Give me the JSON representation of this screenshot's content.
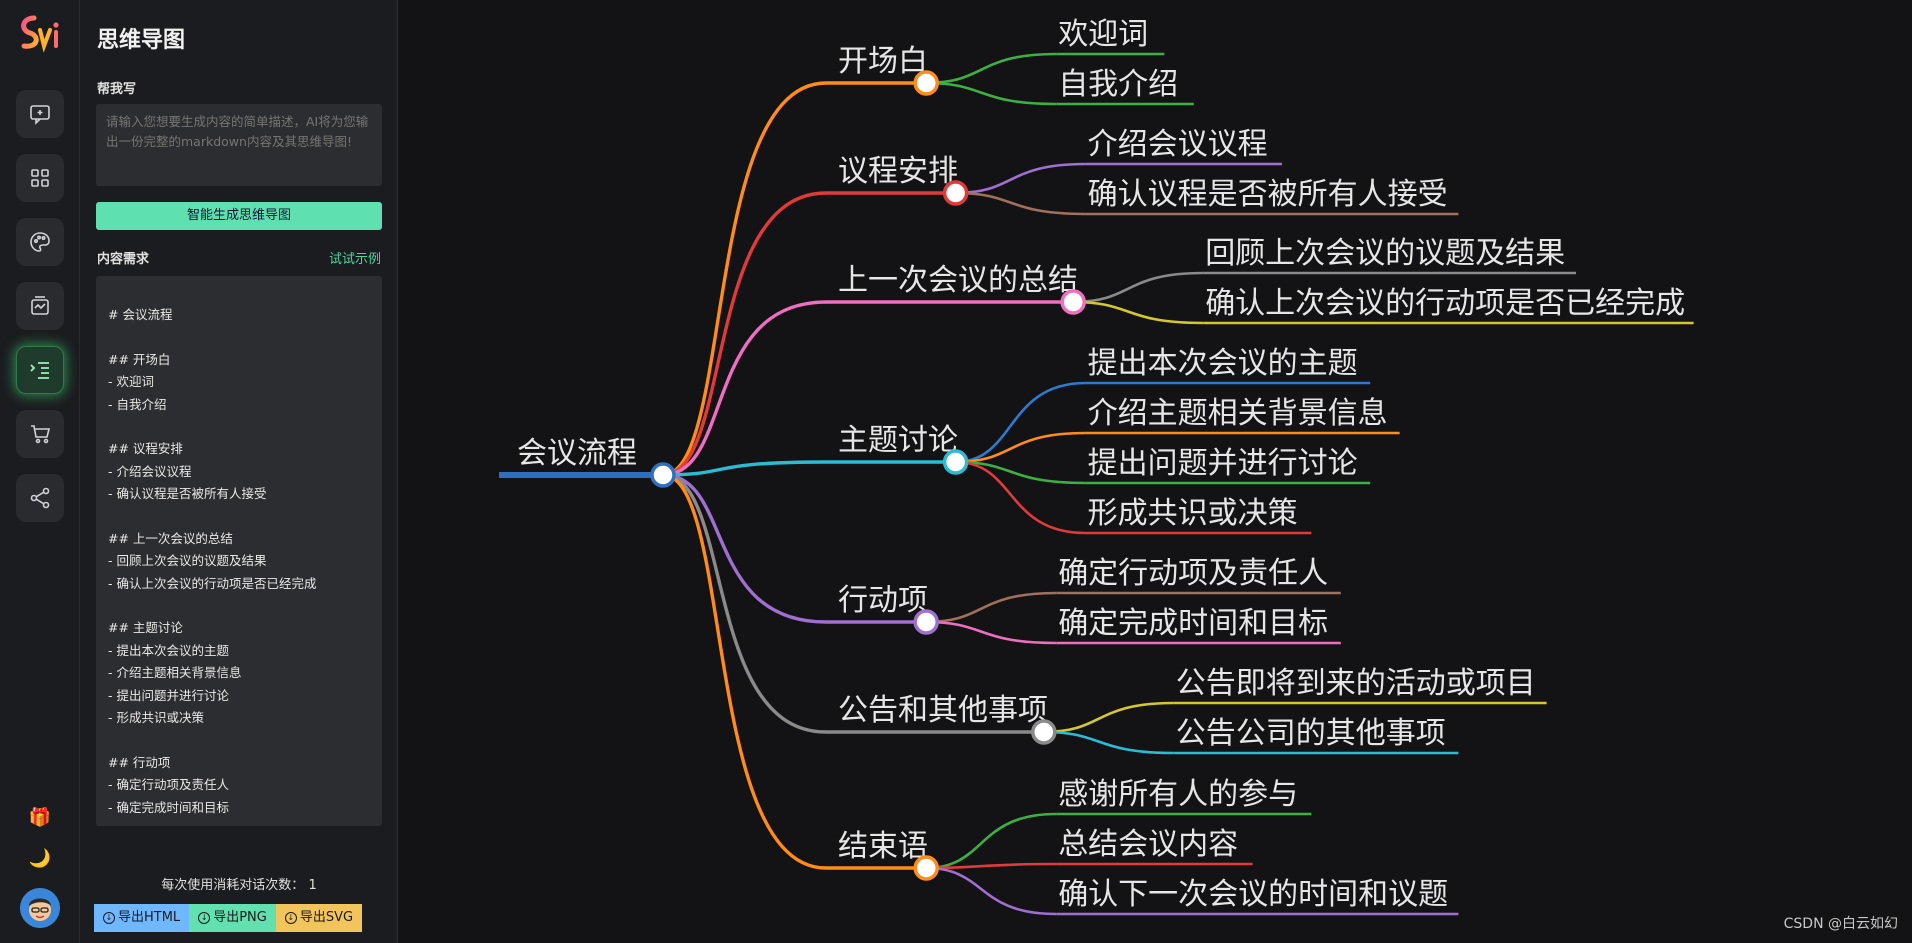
{
  "app": {
    "panel_title": "思维导图"
  },
  "prompt": {
    "label": "帮我写",
    "placeholder": "请输入您想要生成内容的简单描述，AI将为您输出一份完整的markdown内容及其思维导图!",
    "generate_button": "智能生成思维导图"
  },
  "content": {
    "label": "内容需求",
    "try_example": "试试示例",
    "lines": [
      "# 会议流程",
      "",
      "## 开场白",
      "- 欢迎词",
      "- 自我介绍",
      "",
      "## 议程安排",
      "- 介绍会议议程",
      "- 确认议程是否被所有人接受",
      "",
      "## 上一次会议的总结",
      "- 回顾上次会议的议题及结果",
      "- 确认上次会议的行动项是否已经完成",
      "",
      "## 主题讨论",
      "- 提出本次会议的主题",
      "- 介绍主题相关背景信息",
      "- 提出问题并进行讨论",
      "- 形成共识或决策",
      "",
      "## 行动项",
      "- 确定行动项及责任人",
      "- 确定完成时间和目标"
    ]
  },
  "usage": {
    "text": "每次使用消耗对话次数：",
    "count": "1"
  },
  "exports": [
    {
      "label": "导出HTML",
      "color": "#6fb8ff"
    },
    {
      "label": "导出PNG",
      "color": "#63e0b0"
    },
    {
      "label": "导出SVG",
      "color": "#f2c45c"
    }
  ],
  "rail_icons": [
    "chat-icon",
    "grid-icon",
    "palette-icon",
    "template-icon",
    "outline-icon",
    "cart-icon",
    "share-icon"
  ],
  "mindmap": {
    "root": "会议流程",
    "root_color": "#2f6fbf",
    "branches": [
      {
        "label": "开场白",
        "color": "#ff8c1a",
        "children": [
          {
            "label": "欢迎词",
            "color": "#3cb043"
          },
          {
            "label": "自我介绍",
            "color": "#3cb043"
          }
        ]
      },
      {
        "label": "议程安排",
        "color": "#e03a3a",
        "children": [
          {
            "label": "介绍会议议程",
            "color": "#a070d0"
          },
          {
            "label": "确认议程是否被所有人接受",
            "color": "#a0705a"
          }
        ]
      },
      {
        "label": "上一次会议的总结",
        "color": "#ee6fc0",
        "children": [
          {
            "label": "回顾上次会议的议题及结果",
            "color": "#8a8a8a"
          },
          {
            "label": "确认上次会议的行动项是否已经完成",
            "color": "#d4c830"
          }
        ]
      },
      {
        "label": "主题讨论",
        "color": "#2bbcd4",
        "children": [
          {
            "label": "提出本次会议的主题",
            "color": "#2f7ad0"
          },
          {
            "label": "介绍主题相关背景信息",
            "color": "#ff8c1a"
          },
          {
            "label": "提出问题并进行讨论",
            "color": "#3cb043"
          },
          {
            "label": "形成共识或决策",
            "color": "#e03a3a"
          }
        ]
      },
      {
        "label": "行动项",
        "color": "#a070d0",
        "children": [
          {
            "label": "确定行动项及责任人",
            "color": "#a0705a"
          },
          {
            "label": "确定完成时间和目标",
            "color": "#ee6fc0"
          }
        ]
      },
      {
        "label": "公告和其他事项",
        "color": "#8a8a8a",
        "children": [
          {
            "label": "公告即将到来的活动或项目",
            "color": "#d4c830"
          },
          {
            "label": "公告公司的其他事项",
            "color": "#2bbcd4"
          }
        ]
      },
      {
        "label": "结束语",
        "color": "#ff8c1a",
        "children": [
          {
            "label": "感谢所有人的参与",
            "color": "#3cb043"
          },
          {
            "label": "总结会议内容",
            "color": "#e03a3a"
          },
          {
            "label": "确认下一次会议的时间和议题",
            "color": "#a070d0"
          }
        ]
      }
    ]
  },
  "watermark": "CSDN @白云如幻"
}
